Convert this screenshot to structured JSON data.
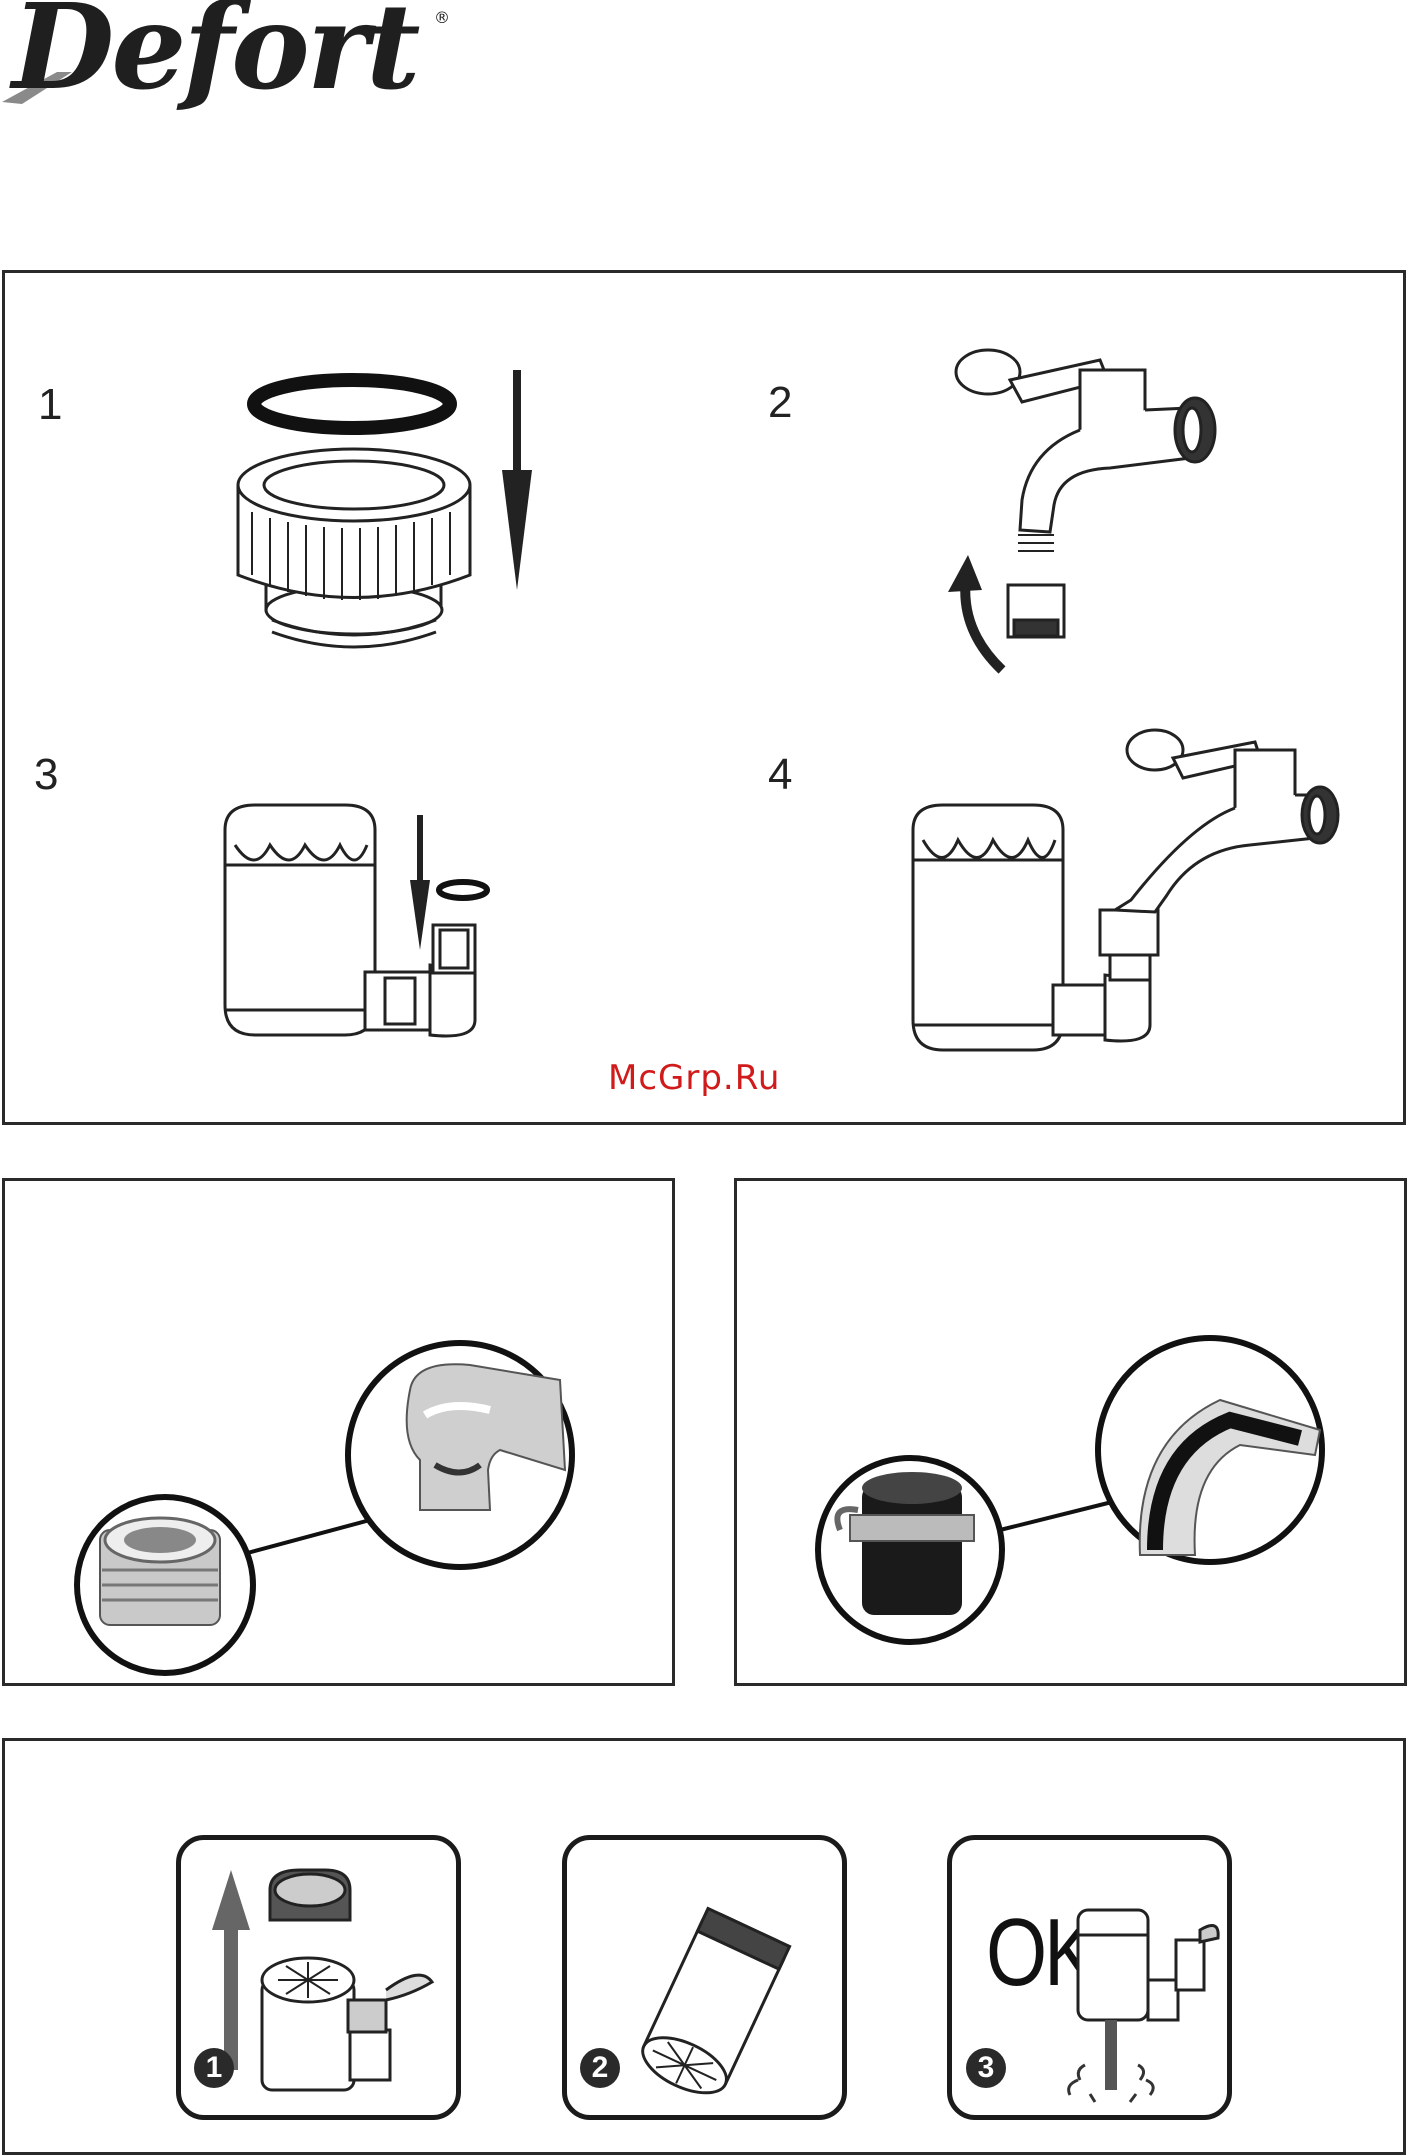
{
  "brand": {
    "name": "Defort",
    "registered_mark": "®"
  },
  "install_steps": [
    {
      "number": "1"
    },
    {
      "number": "2"
    },
    {
      "number": "3"
    },
    {
      "number": "4"
    }
  ],
  "watermark": "McGrp.Ru",
  "maintenance_steps": [
    {
      "number": "1"
    },
    {
      "number": "2"
    },
    {
      "number": "3",
      "label": "OK"
    }
  ],
  "icons": {
    "ring": "rubber-washer-icon",
    "adapter": "threaded-adapter-icon",
    "faucet": "faucet-icon",
    "filter": "water-filter-icon"
  }
}
